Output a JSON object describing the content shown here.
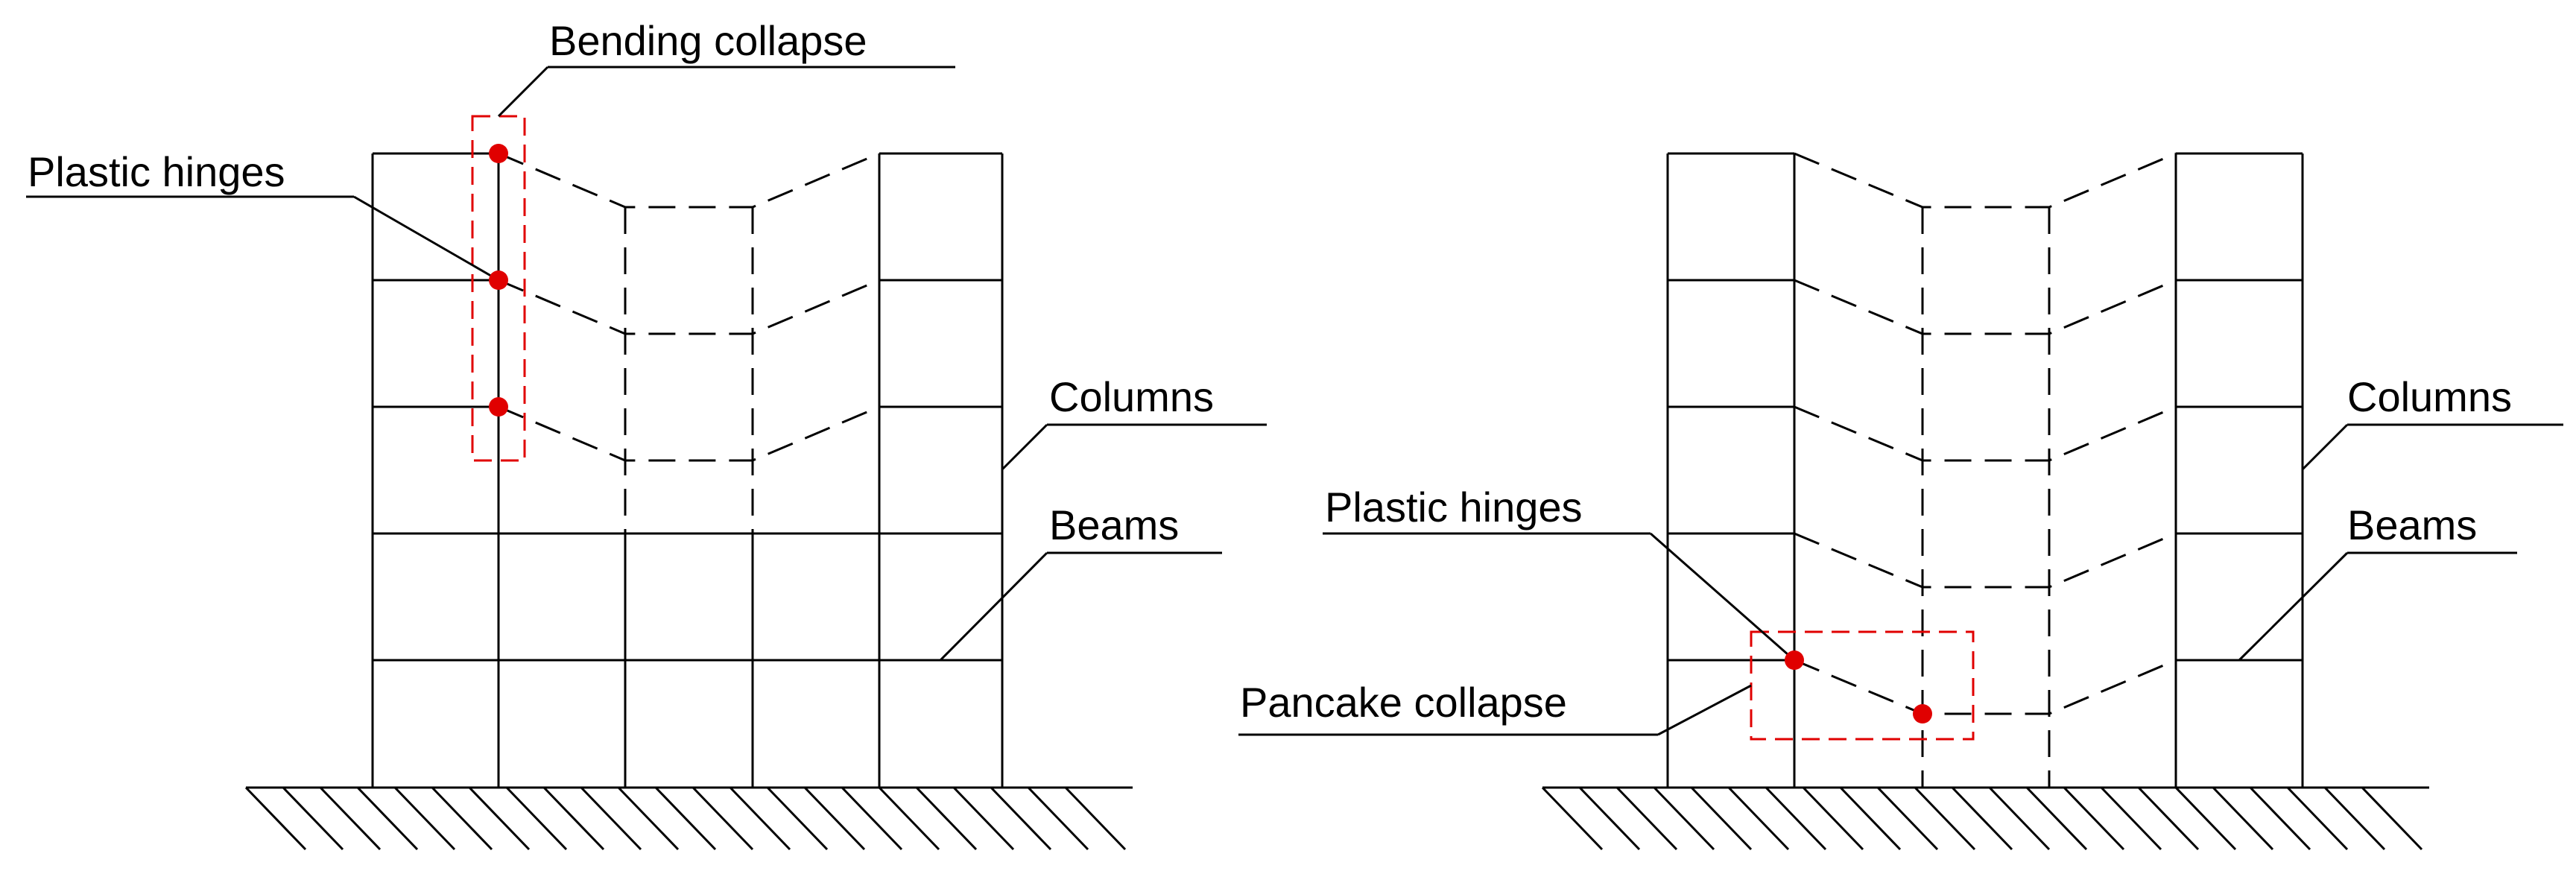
{
  "left_diagram": {
    "top_label": "Bending collapse",
    "hinge_label": "Plastic hinges",
    "columns_label": "Columns",
    "beams_label": "Beams"
  },
  "right_diagram": {
    "hinge_label": "Plastic hinges",
    "bottom_label": "Pancake collapse",
    "columns_label": "Columns",
    "beams_label": "Beams"
  },
  "colors": {
    "line": "#000000",
    "hinge": "#e00000",
    "highlight_box": "#e00000",
    "background": "#ffffff"
  },
  "icons": {
    "hinge": "plastic-hinge-dot",
    "ground": "hatched-ground"
  }
}
